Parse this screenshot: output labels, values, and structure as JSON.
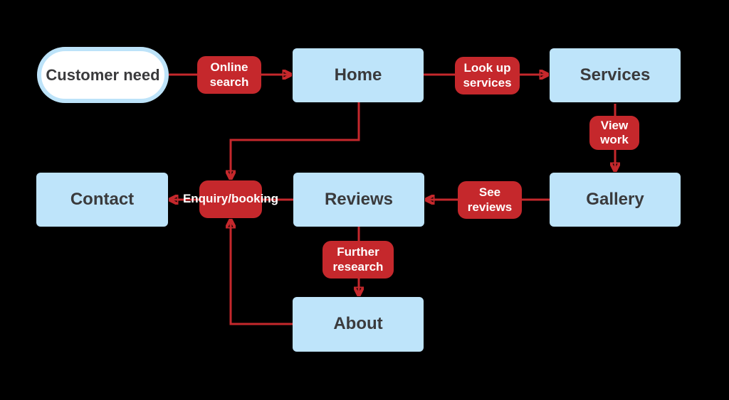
{
  "diagram": {
    "description": "Customer journey flowchart for a service website",
    "colors": {
      "background": "#000000",
      "node_fill": "#BEE4FA",
      "node_text": "#3A3A3C",
      "terminator_fill": "#FFFFFF",
      "terminator_border": "#BDE3F9",
      "accent_red": "#C5282C",
      "edge_label_text": "#FFFFFF"
    },
    "nodes": {
      "customer_need": {
        "label": "Customer need",
        "shape": "terminator"
      },
      "home": {
        "label": "Home",
        "shape": "page"
      },
      "services": {
        "label": "Services",
        "shape": "page"
      },
      "contact": {
        "label": "Contact",
        "shape": "page"
      },
      "reviews": {
        "label": "Reviews",
        "shape": "page"
      },
      "gallery": {
        "label": "Gallery",
        "shape": "page"
      },
      "about": {
        "label": "About",
        "shape": "page"
      }
    },
    "edges": [
      {
        "from": "customer_need",
        "to": "home",
        "label": "Online search"
      },
      {
        "from": "home",
        "to": "services",
        "label": "Look up services"
      },
      {
        "from": "services",
        "to": "gallery",
        "label": "View work"
      },
      {
        "from": "gallery",
        "to": "reviews",
        "label": "See reviews"
      },
      {
        "from": "reviews",
        "to": "about",
        "label": "Further research"
      },
      {
        "from": "reviews",
        "to": "contact",
        "label": "Enquiry/booking"
      },
      {
        "from": "home",
        "to": "enquiry_booking_label",
        "label": ""
      },
      {
        "from": "about",
        "to": "enquiry_booking_label",
        "label": ""
      }
    ]
  }
}
